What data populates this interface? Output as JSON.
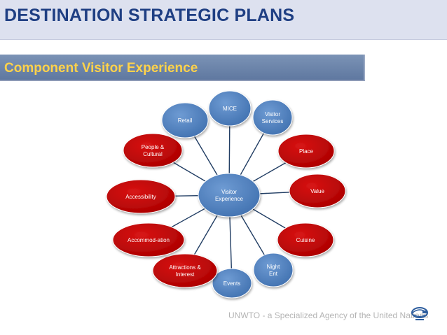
{
  "header": {
    "title": "DESTINATION STRATEGIC PLANS",
    "subtitle": "Component Visitor Experience"
  },
  "diagram": {
    "center": {
      "lines": [
        "Visitor",
        "Experience"
      ]
    },
    "nodes": [
      {
        "id": "mice",
        "lines": [
          "MICE"
        ],
        "color": "blue"
      },
      {
        "id": "visitor-services",
        "lines": [
          "Visitor",
          "Services"
        ],
        "color": "blue"
      },
      {
        "id": "place",
        "lines": [
          "Place"
        ],
        "color": "red"
      },
      {
        "id": "value",
        "lines": [
          "Value"
        ],
        "color": "red"
      },
      {
        "id": "cuisine",
        "lines": [
          "Cuisine"
        ],
        "color": "red"
      },
      {
        "id": "night-ent",
        "lines": [
          "Night",
          "Ent"
        ],
        "color": "blue"
      },
      {
        "id": "events",
        "lines": [
          "Events"
        ],
        "color": "blue"
      },
      {
        "id": "attractions",
        "lines": [
          "Attractions &",
          "Interest"
        ],
        "color": "red"
      },
      {
        "id": "accommodation",
        "lines": [
          "Accommod-ation"
        ],
        "color": "red"
      },
      {
        "id": "accessibility",
        "lines": [
          "Accessibility"
        ],
        "color": "red"
      },
      {
        "id": "people-cultural",
        "lines": [
          "People &",
          "Cultural"
        ],
        "color": "red"
      },
      {
        "id": "retail",
        "lines": [
          "Retail"
        ],
        "color": "blue"
      }
    ],
    "colors": {
      "blue": "#4f81bd",
      "red": "#c00000",
      "connector": "#213d63",
      "blue_text": "#ffffff",
      "red_text": "#ffffff"
    }
  },
  "footer": {
    "text": "UNWTO - a Specialized Agency of the United Nations",
    "logo_icon": "unwto-logo-icon"
  }
}
